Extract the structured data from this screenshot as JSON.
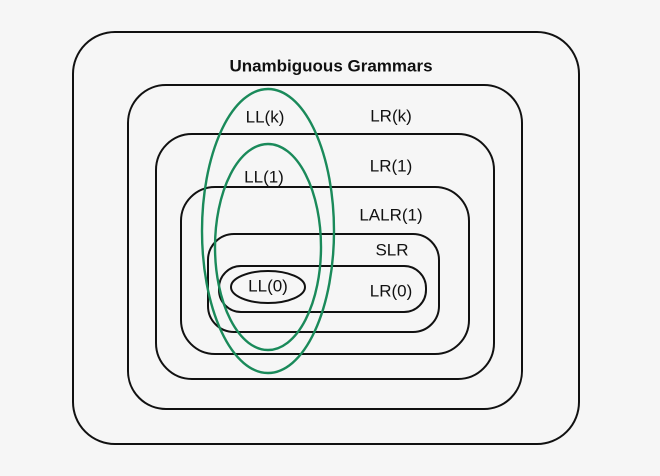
{
  "diagram": {
    "title": "Unambiguous Grammars",
    "lr_classes": [
      "LR(k)",
      "LR(1)",
      "LALR(1)",
      "SLR",
      "LR(0)"
    ],
    "ll_classes": [
      "LL(k)",
      "LL(1)",
      "LL(0)"
    ],
    "colors": {
      "lr_stroke": "#111111",
      "ll_stroke": "#1a8a5a",
      "background": "#f6f6f6",
      "text": "#111111"
    }
  }
}
